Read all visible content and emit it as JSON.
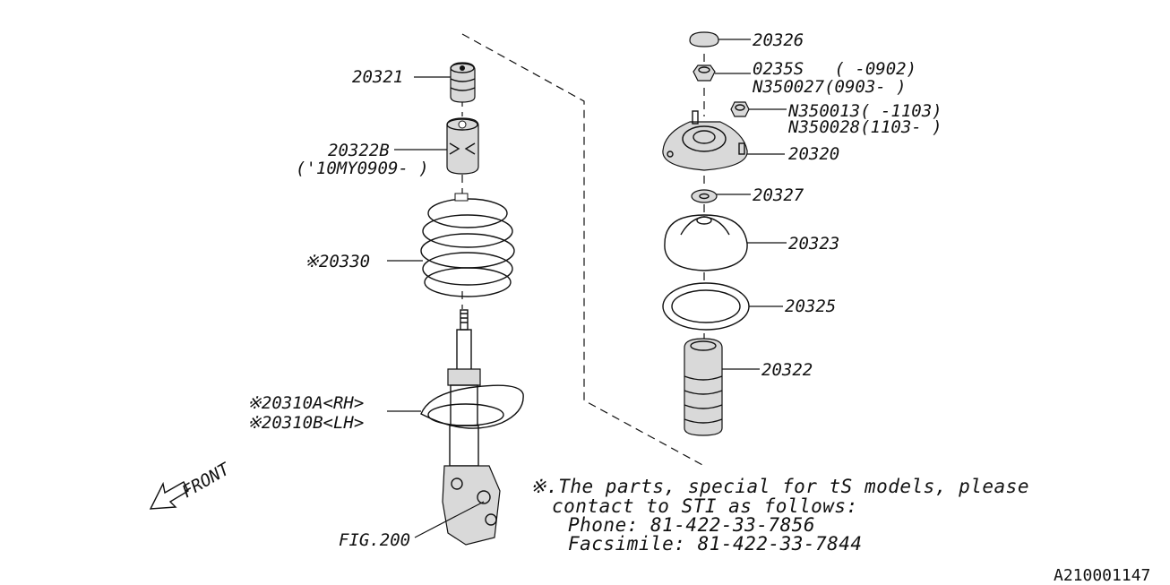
{
  "labels": {
    "p20321": "20321",
    "p20322b": "20322B",
    "p20322b_note": "('10MY0909- )",
    "p20330": "※20330",
    "p20310a": "※20310A<RH>",
    "p20310b": "※20310B<LH>",
    "fig200": "FIG.200",
    "front": "FRONT",
    "p20326": "20326",
    "p0235s": "0235S   ( -0902)",
    "pn350027": "N350027(0903- )",
    "pn350013": "N350013( -1103)",
    "pn350028": "N350028(1103- )",
    "p20320": "20320",
    "p20327": "20327",
    "p20323": "20323",
    "p20325": "20325",
    "p20322": "20322"
  },
  "note": {
    "line1": "※.The parts, special for tS models, please",
    "line2": "contact to STI as follows:",
    "line3": "Phone: 81-422-33-7856",
    "line4": "Facsimile: 81-422-33-7844"
  },
  "diagram_code": "A210001147"
}
